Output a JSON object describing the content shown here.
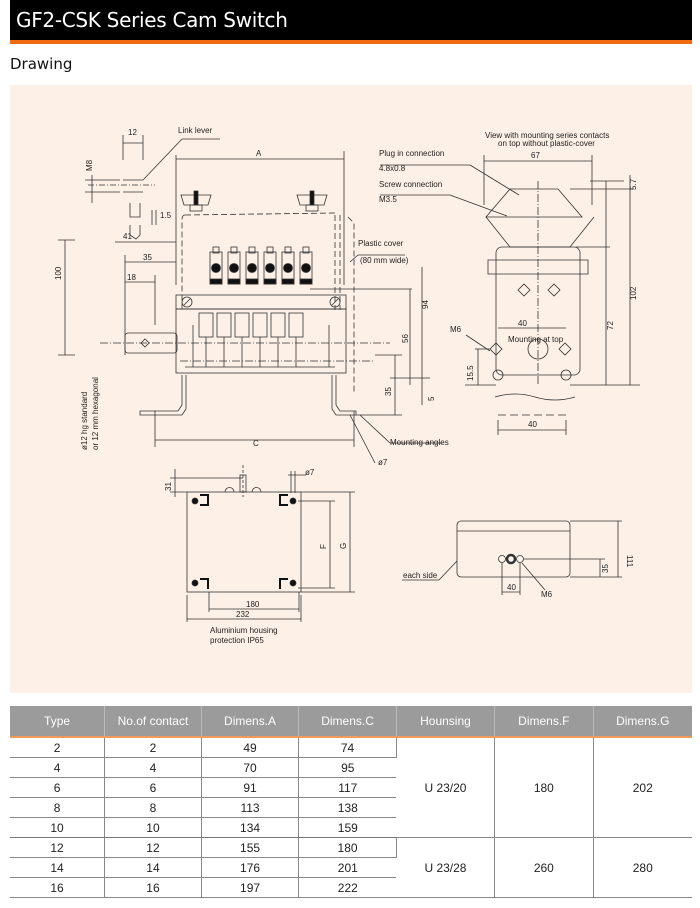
{
  "header": {
    "title": "GF2-CSK Series Cam Switch",
    "accent_color": "#f06a0f"
  },
  "section_title": "Drawing",
  "drawing": {
    "background": "#fdf0e6",
    "labels": {
      "link_lever": "Link lever",
      "dim_12": "12",
      "dim_m8": "M8",
      "dim_1_5": "1.5",
      "dim_a": "A",
      "dim_41": "41",
      "dim_35": "35",
      "dim_18": "18",
      "dim_100": "100",
      "shaft_note_1": "ø12 hg standard",
      "shaft_note_2": "or 12 mm hexagonal",
      "plastic_cover": "Plastic cover",
      "plastic_cover_width": "(80 mm wide)",
      "dim_94": "94",
      "dim_56": "56",
      "dim_35b": "35",
      "dim_5": "5",
      "dim_c": "C",
      "mounting_angles": "Mounting angles",
      "dia_7": "ø7",
      "view_note_1": "View with mounting series contacts",
      "view_note_2": "on top without plastic-cover",
      "dim_67": "67",
      "plug_in": "Plug in connection",
      "plug_in_size": "4.8x0.8",
      "screw_conn": "Screw connection",
      "screw_size": "M3.5",
      "dim_5_7": "5.7",
      "dim_102": "102",
      "dim_72": "72",
      "dim_40a": "40",
      "mounting_top": "Mounting at top",
      "m6a": "M6",
      "dim_15_5": "15.5",
      "dim_40b": "40",
      "dim_31": "31",
      "dia_7b": "ø7",
      "dim_f": "F",
      "dim_g": "G",
      "dim_180": "180",
      "dim_232": "232",
      "housing_note_1": "Aluminium housing",
      "housing_note_2": "protection IP65",
      "dim_111": "111",
      "dim_35c": "35",
      "each_side": "each side",
      "dim_40c": "40",
      "m6b": "M6"
    }
  },
  "table": {
    "columns": [
      "Type",
      "No.of contact",
      "Dimens.A",
      "Dimens.C",
      "Hounsing",
      "Dimens.F",
      "Dimens.G"
    ],
    "rows": [
      {
        "type": "2",
        "contacts": "2",
        "a": "49",
        "c": "74"
      },
      {
        "type": "4",
        "contacts": "4",
        "a": "70",
        "c": "95"
      },
      {
        "type": "6",
        "contacts": "6",
        "a": "91",
        "c": "117"
      },
      {
        "type": "8",
        "contacts": "8",
        "a": "113",
        "c": "138"
      },
      {
        "type": "10",
        "contacts": "10",
        "a": "134",
        "c": "159"
      },
      {
        "type": "12",
        "contacts": "12",
        "a": "155",
        "c": "180"
      },
      {
        "type": "14",
        "contacts": "14",
        "a": "176",
        "c": "201"
      },
      {
        "type": "16",
        "contacts": "16",
        "a": "197",
        "c": "222"
      }
    ],
    "groups": [
      {
        "housing": "U 23/20",
        "f": "180",
        "g": "202"
      },
      {
        "housing": "U 23/28",
        "f": "260",
        "g": "280"
      }
    ],
    "header_bg": "#9b9b9b",
    "header_rule": "#f19a5a"
  }
}
